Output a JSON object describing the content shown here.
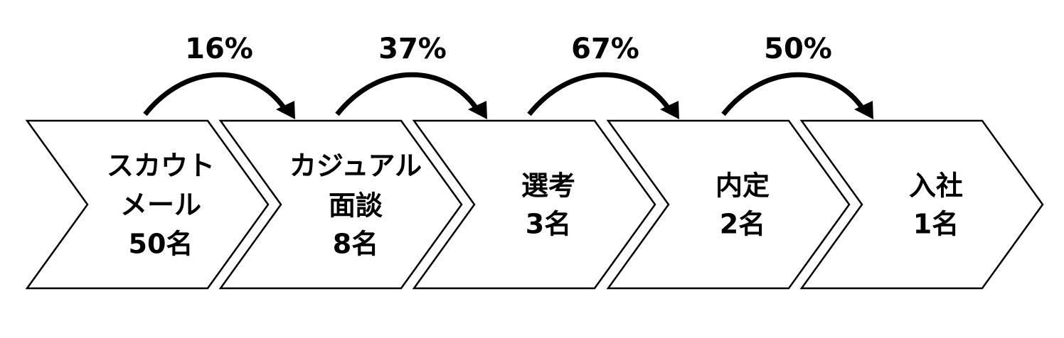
{
  "stages": [
    {
      "lines": [
        "スカウト",
        "メール",
        "50名"
      ]
    },
    {
      "lines": [
        "カジュアル",
        "面談",
        "8名"
      ]
    },
    {
      "lines": [
        "選考",
        "3名"
      ]
    },
    {
      "lines": [
        "内定",
        "2名"
      ]
    },
    {
      "lines": [
        "入社",
        "1名"
      ]
    }
  ],
  "conversion_rates": [
    "16%",
    "37%",
    "67%",
    "50%"
  ],
  "colors": {
    "stroke": "#000000",
    "fill": "#ffffff",
    "text": "#000000"
  }
}
